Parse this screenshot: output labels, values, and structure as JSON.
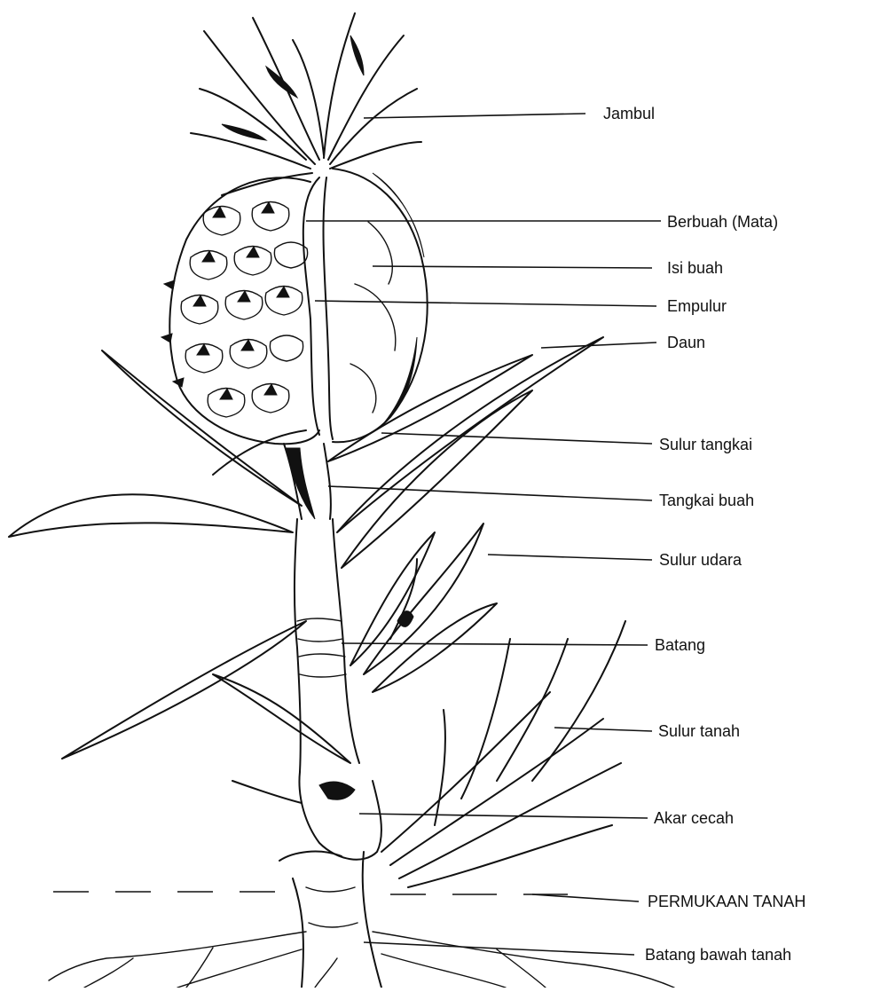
{
  "diagram": {
    "subject": "pineapple-plant",
    "labels": [
      {
        "id": "jambul",
        "text": "Jambul"
      },
      {
        "id": "berbuah",
        "text": "Berbuah (Mata)"
      },
      {
        "id": "isi-buah",
        "text": "Isi buah"
      },
      {
        "id": "empulur",
        "text": "Empulur"
      },
      {
        "id": "daun",
        "text": "Daun"
      },
      {
        "id": "sulur-tangkai",
        "text": "Sulur tangkai"
      },
      {
        "id": "tangkai-buah",
        "text": "Tangkai buah"
      },
      {
        "id": "sulur-udara",
        "text": "Sulur udara"
      },
      {
        "id": "batang",
        "text": "Batang"
      },
      {
        "id": "sulur-tanah",
        "text": "Sulur tanah"
      },
      {
        "id": "akar-cecah",
        "text": "Akar cecah"
      },
      {
        "id": "permukaan-tanah",
        "text": "PERMUKAAN TANAH"
      },
      {
        "id": "batang-bawah-tanah",
        "text": "Batang bawah tanah"
      }
    ]
  }
}
